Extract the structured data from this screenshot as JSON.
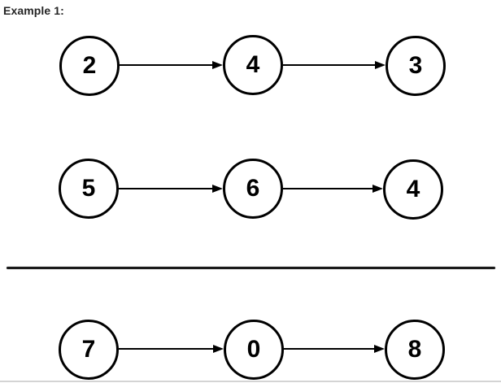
{
  "example": {
    "label": "Example 1:"
  },
  "diagram": {
    "rows": [
      [
        "2",
        "4",
        "3"
      ],
      [
        "5",
        "6",
        "4"
      ],
      [
        "7",
        "0",
        "8"
      ]
    ]
  },
  "colors": {
    "node_stroke": "#000000",
    "node_fill": "#ffffff",
    "node_text": "#000000",
    "arrow": "#000000",
    "label_text": "#252525",
    "divider": "#1a1a1a",
    "bottom_border": "#d4d4d4"
  }
}
